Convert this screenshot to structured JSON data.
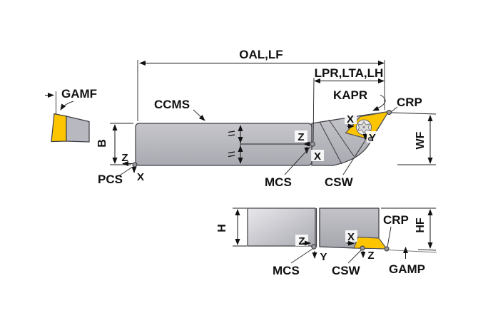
{
  "colors": {
    "insert_yellow": "#fdc500",
    "body_gray": "#b2b2ba",
    "body_gray_light": "#e6e6ea",
    "outline": "#3c3c42",
    "dimension_black": "#111111",
    "background": "#ffffff"
  },
  "insert_profile_view": {
    "gamf_label": "GAMF"
  },
  "top_view": {
    "oal_label": "OAL,LF",
    "lpr_label": "LPR,LTA,LH",
    "kapr_label": "KAPR",
    "crp_label": "CRP",
    "ccms_label": "CCMS",
    "width_label": "B",
    "pcs_label": "PCS",
    "mcs_label": "MCS",
    "csw_label": "CSW",
    "wf_label": "WF"
  },
  "side_view": {
    "height_label": "H",
    "hf_label": "HF",
    "crp_label": "CRP",
    "mcs_label": "MCS",
    "csw_label": "CSW",
    "gamp_label": "GAMP"
  },
  "axes": {
    "x": "X",
    "y": "Y",
    "z": "Z"
  }
}
